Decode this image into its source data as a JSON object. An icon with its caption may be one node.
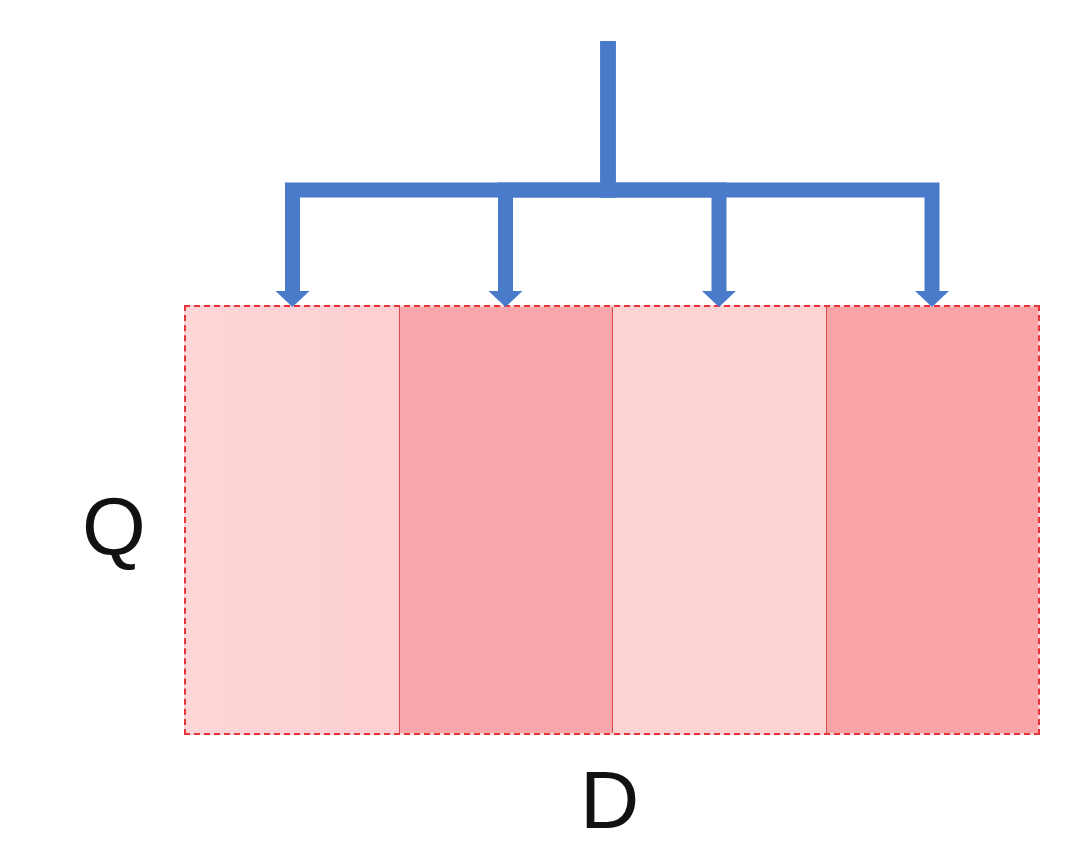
{
  "diagram": {
    "nodes": [
      {
        "text": [],
        "shape": "box"
      },
      {
        "text": [],
        "shape": "box",
        "in": 0
      },
      {
        "text": [],
        "shape": "box",
        "in": 0
      },
      {
        "text": [],
        "shape": "box",
        "in": 0
      },
      {
        "text": [],
        "shape": "box",
        "in": 0
      }
    ],
    "edges": [
      {
        "from": null,
        "to": 1,
        "arrow": "to"
      },
      {
        "from": null,
        "to": 2,
        "arrow": "to"
      },
      {
        "from": null,
        "to": 3,
        "arrow": "to"
      },
      {
        "from": null,
        "to": 4,
        "arrow": "to"
      }
    ],
    "labels": [
      "Q",
      "D"
    ]
  }
}
